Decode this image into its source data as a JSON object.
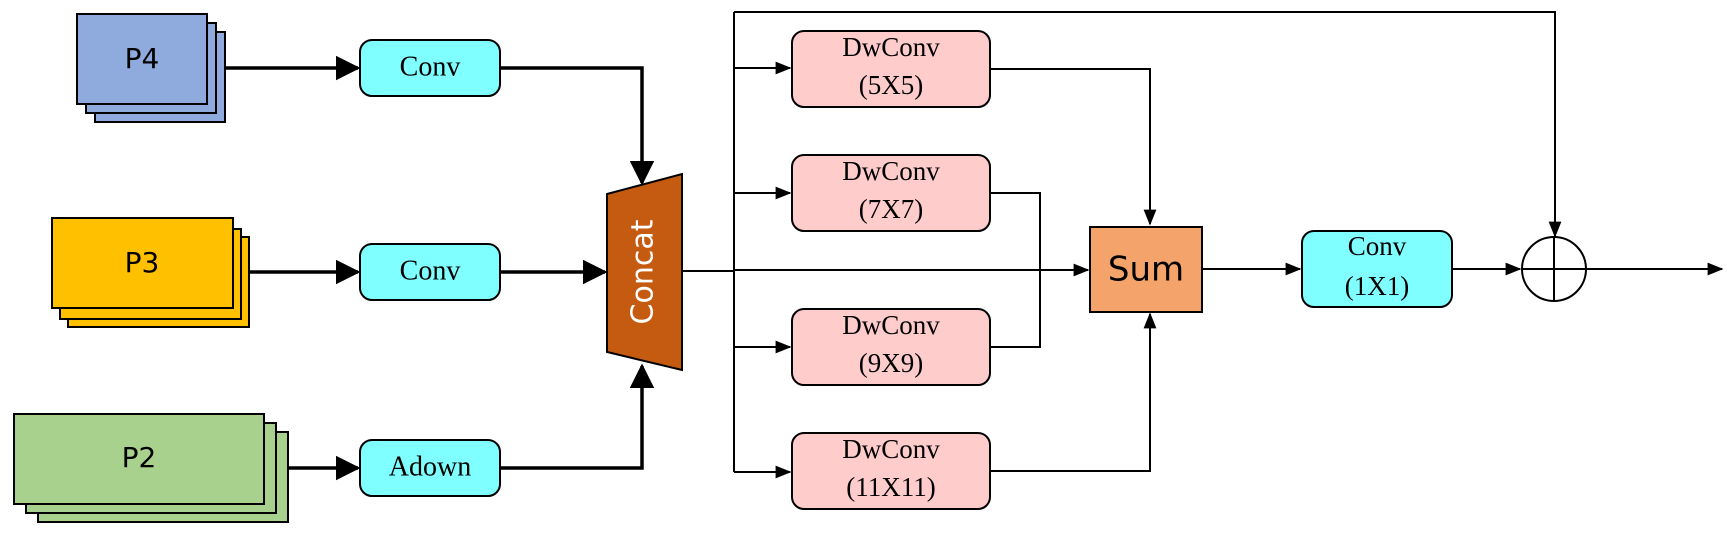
{
  "inputs": {
    "p4": {
      "label": "P4",
      "fill": "#8FAADC",
      "shadow": "#7F97C8"
    },
    "p3": {
      "label": "P3",
      "fill": "#FFC000",
      "shadow": "#E8AE00"
    },
    "p2": {
      "label": "P2",
      "fill": "#A9D18E",
      "shadow": "#98BF7E"
    }
  },
  "branch_ops": {
    "conv_p4": "Conv",
    "conv_p3": "Conv",
    "adown_p2": "Adown"
  },
  "concat": {
    "label": "Concat",
    "fill": "#C55A11"
  },
  "dwconv": [
    {
      "name": "DwConv",
      "kernel": "(5X5)"
    },
    {
      "name": "DwConv",
      "kernel": "(7X7)"
    },
    {
      "name": "DwConv",
      "kernel": "(9X9)"
    },
    {
      "name": "DwConv",
      "kernel": "(11X11)"
    }
  ],
  "sum": {
    "label": "Sum",
    "fill": "#F4A46A"
  },
  "conv_final": {
    "name": "Conv",
    "kernel": "(1X1)"
  },
  "colors": {
    "conv_fill": "#7FFFFF",
    "dwconv_fill": "#FFCCCC",
    "line": "#000000"
  }
}
